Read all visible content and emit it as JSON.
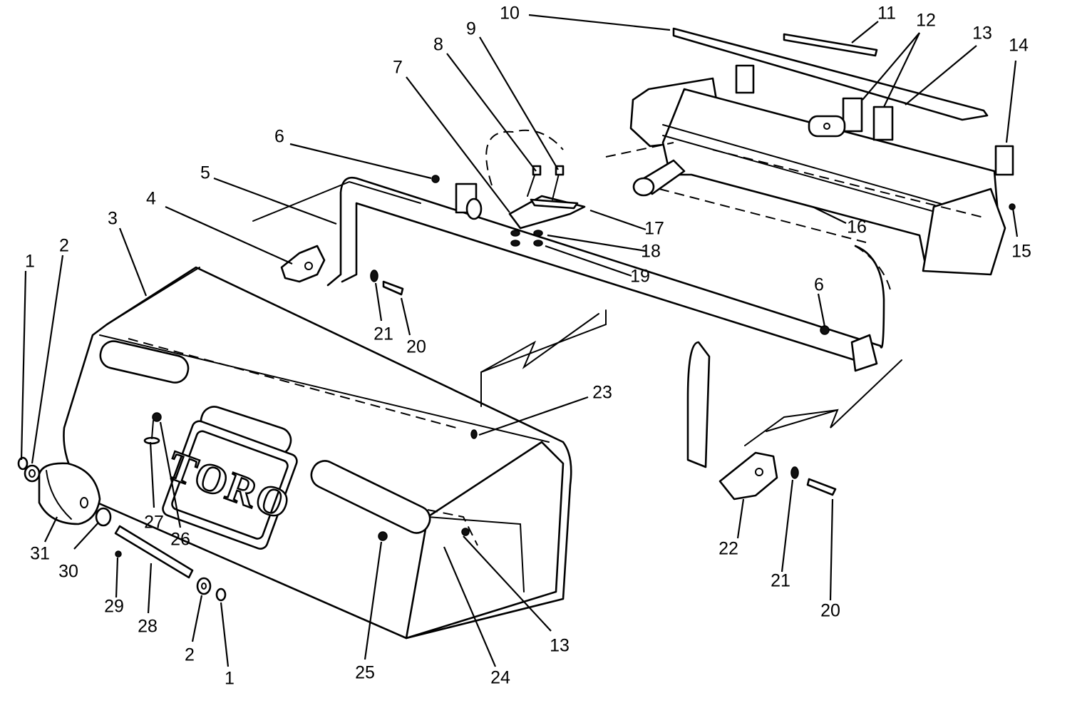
{
  "logo_text": "TORO",
  "callouts": [
    {
      "label": "1"
    },
    {
      "label": "2"
    },
    {
      "label": "3"
    },
    {
      "label": "4"
    },
    {
      "label": "5"
    },
    {
      "label": "6"
    },
    {
      "label": "7"
    },
    {
      "label": "8"
    },
    {
      "label": "9"
    },
    {
      "label": "10"
    },
    {
      "label": "11"
    },
    {
      "label": "12"
    },
    {
      "label": "13"
    },
    {
      "label": "14"
    },
    {
      "label": "15"
    },
    {
      "label": "6"
    },
    {
      "label": "16"
    },
    {
      "label": "17"
    },
    {
      "label": "18"
    },
    {
      "label": "19"
    },
    {
      "label": "21"
    },
    {
      "label": "20"
    },
    {
      "label": "23"
    },
    {
      "label": "22"
    },
    {
      "label": "21"
    },
    {
      "label": "20"
    },
    {
      "label": "27"
    },
    {
      "label": "26"
    },
    {
      "label": "31"
    },
    {
      "label": "30"
    },
    {
      "label": "29"
    },
    {
      "label": "28"
    },
    {
      "label": "2"
    },
    {
      "label": "1"
    },
    {
      "label": "25"
    },
    {
      "label": "24"
    },
    {
      "label": "13"
    }
  ]
}
